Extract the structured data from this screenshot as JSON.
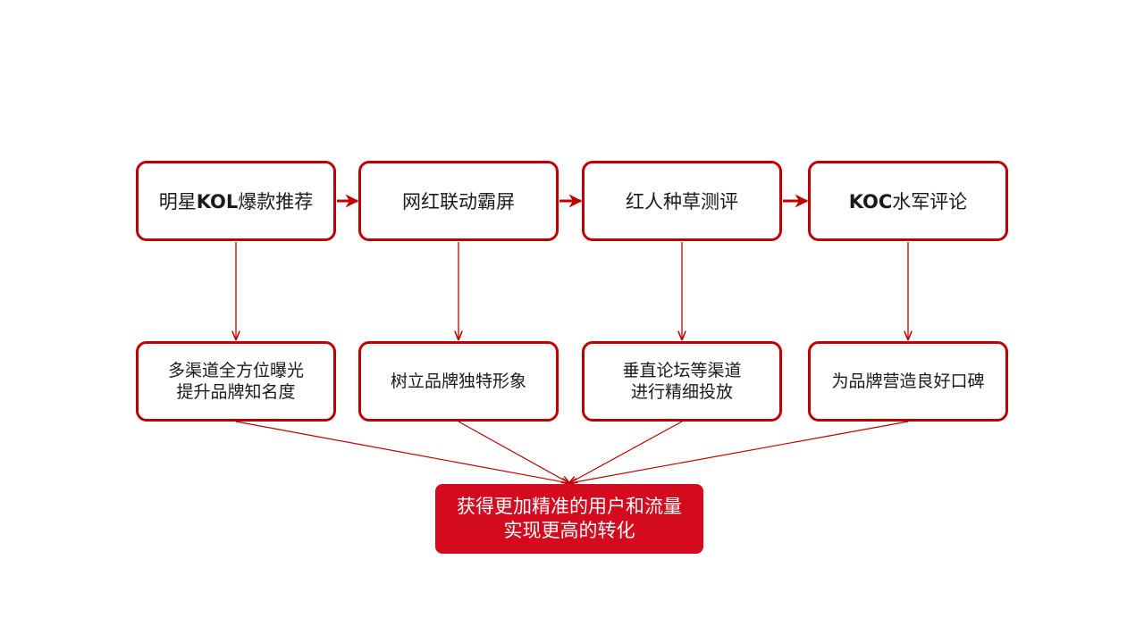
{
  "colors": {
    "box_border": "#c00000",
    "arrow": "#c00000",
    "result_fill": "#d40b1e",
    "result_text": "#ffffff"
  },
  "steps": [
    {
      "label_kw": "",
      "label": "明星",
      "label_kw2": "KOL",
      "label_rest": "爆款推荐"
    },
    {
      "label_kw": "",
      "label": "网红联动霸屏",
      "label_kw2": "",
      "label_rest": ""
    },
    {
      "label_kw": "",
      "label": "红人种草测评",
      "label_kw2": "",
      "label_rest": ""
    },
    {
      "label_kw": "KOC",
      "label": "水军评论",
      "label_kw2": "",
      "label_rest": ""
    }
  ],
  "effects": [
    {
      "line1": "多渠道全方位曝光",
      "line2": "提升品牌知名度"
    },
    {
      "line1": "树立品牌独特形象",
      "line2": ""
    },
    {
      "line1": "垂直论坛等渠道",
      "line2": "进行精细投放"
    },
    {
      "line1": "为品牌营造良好口碑",
      "line2": ""
    }
  ],
  "result": {
    "line1": "获得更加精准的用户和流量",
    "line2": "实现更高的转化"
  }
}
